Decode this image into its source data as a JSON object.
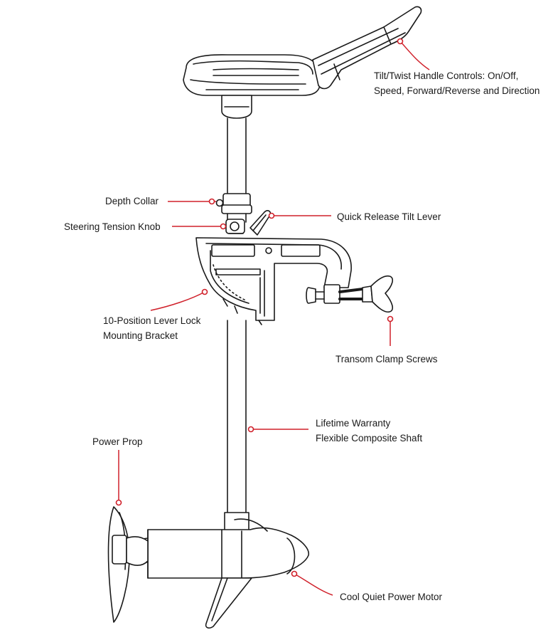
{
  "diagram": {
    "callout_color": "#d0202a",
    "line_color": "#1a1a1a",
    "labels": {
      "handle": [
        "Tilt/Twist Handle Controls: On/Off,",
        "Speed, Forward/Reverse and Direction"
      ],
      "depth_collar": "Depth Collar",
      "steering_knob": "Steering Tension Knob",
      "tilt_lever": "Quick Release Tilt Lever",
      "bracket": [
        "10-Position Lever Lock",
        "Mounting Bracket"
      ],
      "clamp_screws": "Transom Clamp Screws",
      "shaft": [
        "Lifetime Warranty",
        "Flexible Composite Shaft"
      ],
      "prop": "Power Prop",
      "motor": "Cool Quiet Power Motor"
    }
  }
}
